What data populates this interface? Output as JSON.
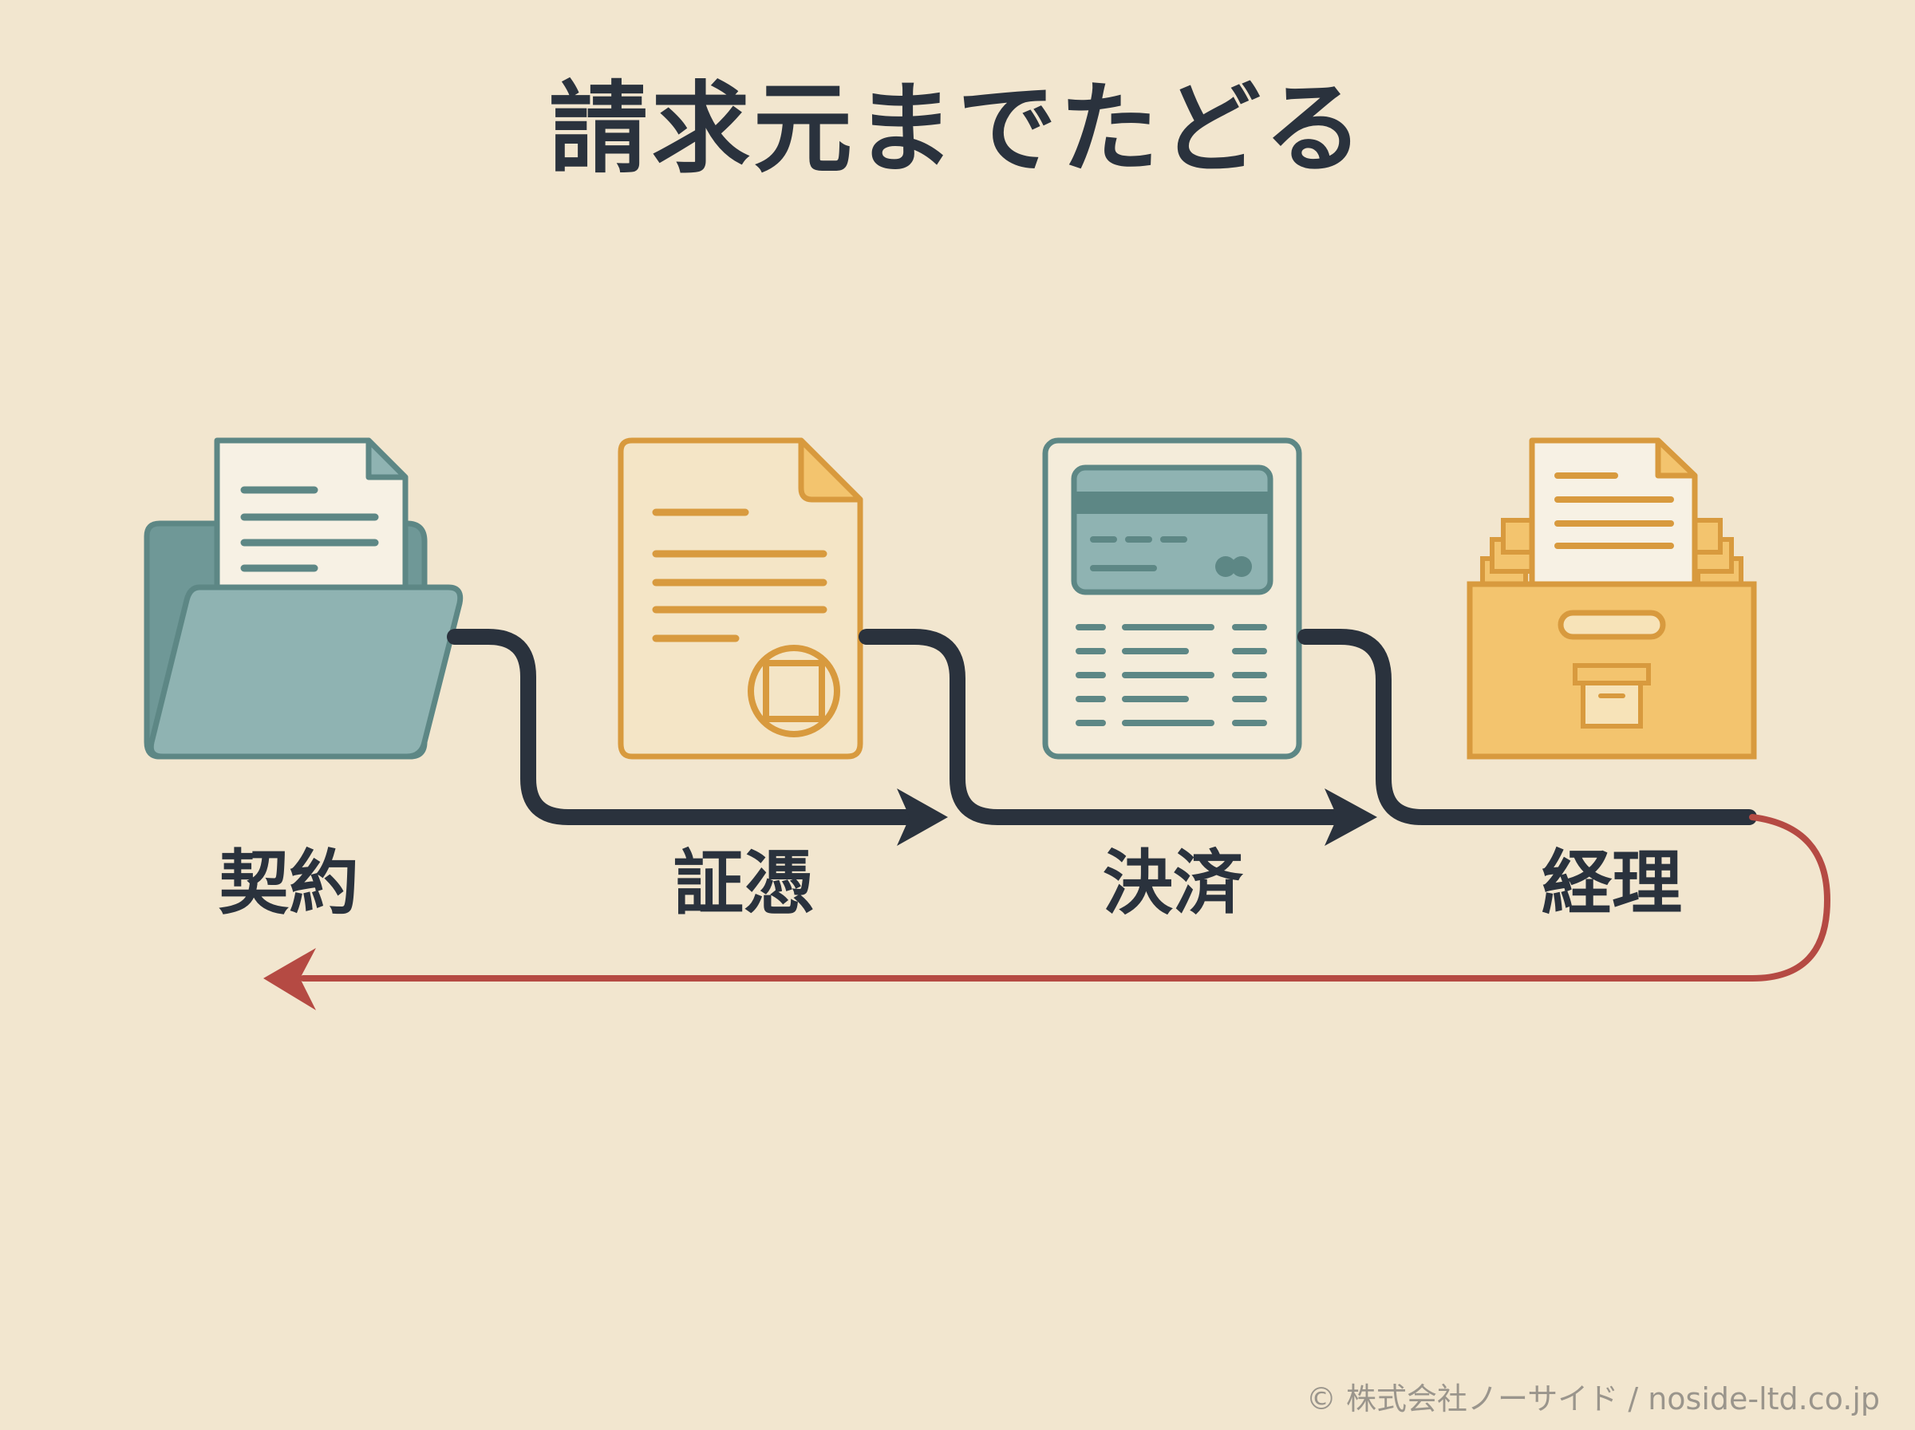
{
  "title": "請求元までたどる",
  "stages": [
    {
      "label": "契約",
      "icon": "folder-document-icon"
    },
    {
      "label": "証憑",
      "icon": "stamped-document-icon"
    },
    {
      "label": "決済",
      "icon": "card-statement-icon"
    },
    {
      "label": "経理",
      "icon": "filing-box-icon"
    }
  ],
  "footer": {
    "copyright": "© 株式会社ノーサイド / noside-ltd.co.jp"
  },
  "colors": {
    "background": "#f2e6cf",
    "teal": "#5d8785",
    "teal_fill": "#8fb3b2",
    "orange": "#d89a3e",
    "orange_fill": "#f3c46e",
    "flow": "#2a323d",
    "return_flow": "#b54a43"
  }
}
